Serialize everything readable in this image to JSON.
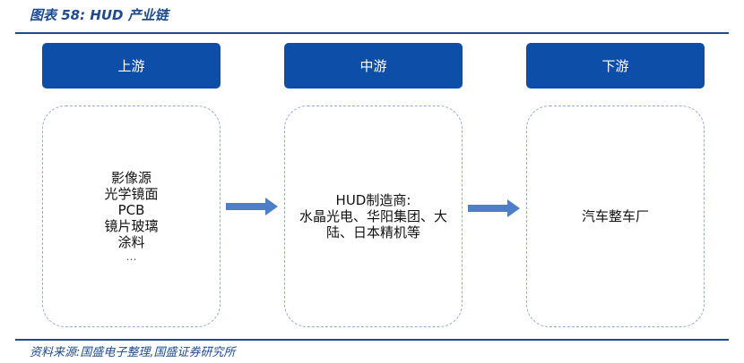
{
  "figure_title": "图表 58:  HUD 产业链",
  "stages": [
    {
      "header": "上游",
      "items": [
        "影像源",
        "光学镜面",
        "PCB",
        "镜片玻璃",
        "涂料",
        "…"
      ]
    },
    {
      "header": "中游",
      "items": [
        "HUD制造商:",
        "水晶光电、华阳集团、大",
        "陆、日本精机等"
      ]
    },
    {
      "header": "下游",
      "items": [
        "汽车整车厂"
      ]
    }
  ],
  "source": "资料来源:国盛电子整理,国盛证券研究所",
  "colors": {
    "primary": "#0d4ea8",
    "rule": "#1d4b8f",
    "arrow": "#4d7ec8",
    "panel_border": "#93abd8"
  }
}
